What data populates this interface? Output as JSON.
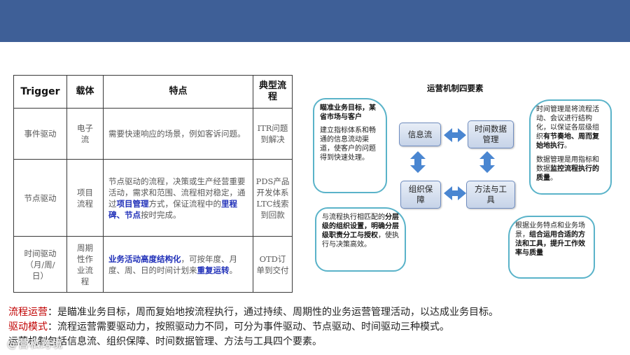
{
  "table": {
    "headers": [
      "Trigger",
      "载体",
      "特点",
      "典型流程"
    ],
    "rows": [
      {
        "trigger": "事件驱动",
        "carrier": "电子流",
        "feature_text": "需要快速响应的场景，例如客诉问题。",
        "process": "ITR问题到解决"
      },
      {
        "trigger": "节点驱动",
        "carrier": "项目流程",
        "feature_pre": "节点驱动的流程，决策或生产经营重要活动，需求和范围、流程相对稳定，通过",
        "feature_hl1": "项目管理",
        "feature_mid1": "方式，保证流程中的",
        "feature_hl2": "里程碑",
        "feature_mid2": "、",
        "feature_hl3": "节点",
        "feature_post": "按时完成。",
        "process": "PDS产品开发体系 LTC线索到回款"
      },
      {
        "trigger": "时间驱动（月/周/日）",
        "carrier": "周期性作业流程",
        "feature_hl1": "业务活动高度结构化",
        "feature_mid1": "，可按年度、月度、周、日的时间计划来",
        "feature_hl2": "重复运转",
        "feature_post": "。",
        "process": "OTD订单到交付"
      }
    ]
  },
  "diagram": {
    "title": "运营机制四要素",
    "nodes": {
      "info": "信息流",
      "time_data": "时间数据管理",
      "org": "组织保障",
      "method": "方法与工具"
    },
    "callouts": {
      "info_bold": "瞄准业务目标，某省市场与客户",
      "info_text": "建立指标体系和畅通的信息流动渠道，使客户的问题得到快速处理。",
      "time_pre": "时间管理是将流程活动、会议进行结构化，以保证各层级组织",
      "time_bold": "有节奏地、周而复始地执行",
      "time_post": "。",
      "data_pre": "数据管理是用指标和数据",
      "data_bold": "监控流程执行的质量",
      "data_post": "。",
      "org_pre": "与流程执行相匹配的",
      "org_bold": "分层级的组织设置，明确分层级职责分工与授权",
      "org_post": "，使执行与决策高效。",
      "method_pre": "根据业务特点和业务场景，",
      "method_bold": "组合运用合适的方法和工具，提升工作效率与质量"
    }
  },
  "summary": {
    "line1_term": "流程运营",
    "line1_text": "：是瞄准业务目标，周而复始地按流程执行，通过持续、周期性的业务运营管理活动，以达成业务目标。",
    "line2_term": "驱动模式",
    "line2_text": "：流程运营需要驱动力，按照驱动力不同，可分为事件驱动、节点驱动、时间驱动三种模式。",
    "line3_text": "运营机制包括信息流、组织保障、时间数据管理、方法与工具四个要素。"
  },
  "watermark": "@营私跨境",
  "colors": {
    "header_band": "#3e5f97",
    "highlight_blue": "#1f2fb8",
    "term_red": "#c00000",
    "callout_border": "#5ab3c9",
    "arrow_blue": "#4a86d1"
  }
}
